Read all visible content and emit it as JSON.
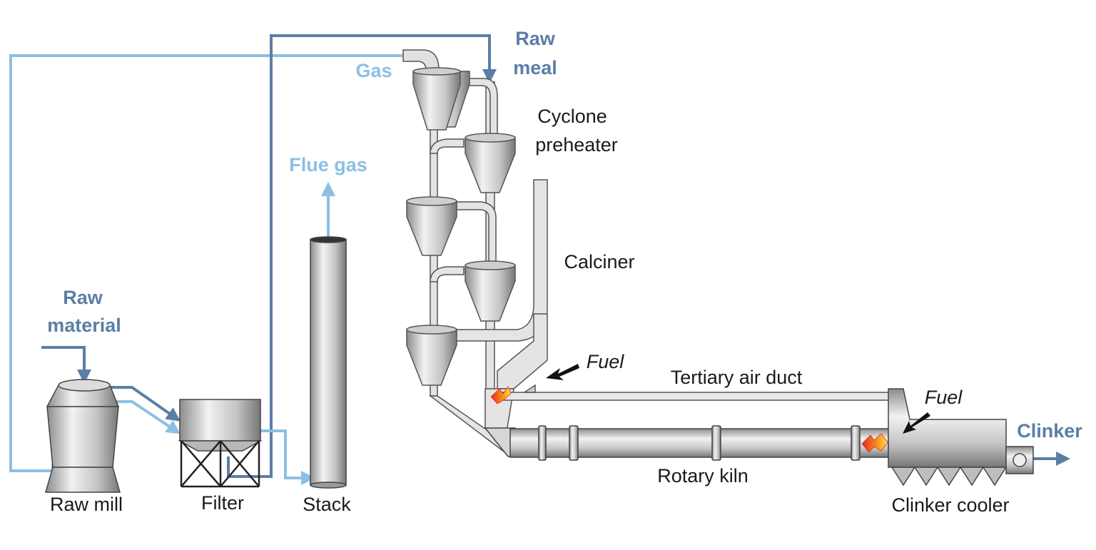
{
  "labels": {
    "raw_meal_1": "Raw",
    "raw_meal_2": "meal",
    "gas": "Gas",
    "cyclone_1": "Cyclone",
    "cyclone_2": "preheater",
    "flue_gas": "Flue gas",
    "calciner": "Calciner",
    "raw_material_1": "Raw",
    "raw_material_2": "material",
    "fuel_calciner": "Fuel",
    "tertiary": "Tertiary air duct",
    "fuel_kiln": "Fuel",
    "clinker": "Clinker",
    "raw_mill": "Raw mill",
    "filter": "Filter",
    "stack": "Stack",
    "rotary_kiln": "Rotary kiln",
    "clinker_cooler": "Clinker cooler"
  },
  "colors": {
    "dark_flow": "#5b7ea6",
    "light_flow": "#8cbfe3",
    "equipment_stroke": "#444444",
    "label": "#1a1a1a"
  }
}
